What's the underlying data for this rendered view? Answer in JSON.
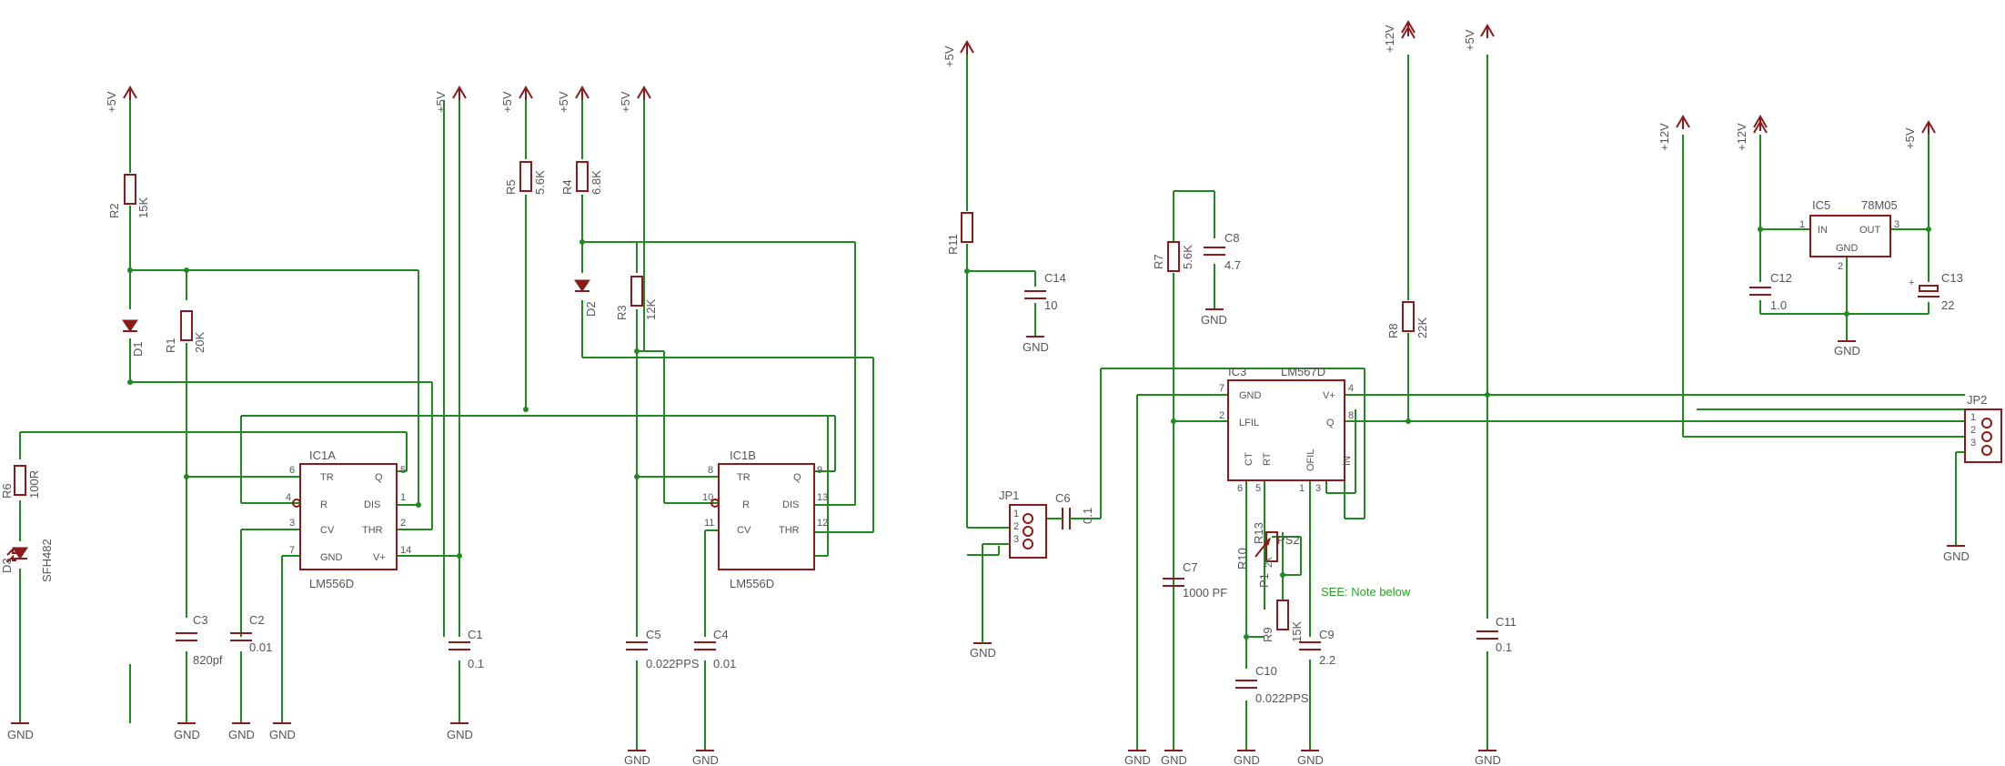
{
  "colors": {
    "wire": "#1f8a1f",
    "part": "#8b1a1a",
    "text": "#555555",
    "note": "#2aa02a"
  },
  "supply": {
    "v5": "+5V",
    "v12": "+12V",
    "gnd": "GND"
  },
  "ic1a": {
    "name": "IC1A",
    "part": "LM556D",
    "tr": "TR",
    "q": "Q",
    "r": "R",
    "dis": "DIS",
    "cv": "CV",
    "thr": "THR",
    "gnd": "GND",
    "vplus": "V+",
    "p6": "6",
    "p5": "5",
    "p4": "4",
    "p1": "1",
    "p3": "3",
    "p2": "2",
    "p7": "7",
    "p14": "14"
  },
  "ic1b": {
    "name": "IC1B",
    "part": "LM556D",
    "tr": "TR",
    "q": "Q",
    "r": "R",
    "dis": "DIS",
    "cv": "CV",
    "thr": "THR",
    "p8": "8",
    "p9": "9",
    "p10": "10",
    "p13": "13",
    "p11": "11",
    "p12": "12"
  },
  "ic3": {
    "name": "IC3",
    "part": "LM567D",
    "gnd": "GND",
    "vplus": "V+",
    "lfil": "LFIL",
    "q": "Q",
    "ct": "CT",
    "rt": "RT",
    "ofil": "OFIL",
    "in": "IN",
    "p7": "7",
    "p4": "4",
    "p2": "2",
    "p8": "8",
    "p6": "6",
    "p5": "5",
    "p1": "1",
    "p3": "3"
  },
  "ic5": {
    "name": "IC5",
    "part": "78M05",
    "in": "IN",
    "out": "OUT",
    "gnd": "GND",
    "p1": "1",
    "p3": "3",
    "p2": "2"
  },
  "parts": {
    "r1": "R1",
    "r1v": "20K",
    "r2": "R2",
    "r2v": "15K",
    "r3": "R3",
    "r3v": "12K",
    "r4": "R4",
    "r4v": "6.8K",
    "r5": "R5",
    "r5v": "5.6K",
    "r6": "R6",
    "r6v": "100R",
    "r7": "R7",
    "r7v": "5.6K",
    "r8": "R8",
    "r8v": "22K",
    "r9": "R9",
    "r9v": "15K",
    "r10": "R10",
    "r10v": "P1",
    "r11": "R11",
    "r13": "R13",
    "r13v": "2k",
    "ps2": "PS2",
    "d1": "D1",
    "d2": "D2",
    "d3": "D3",
    "d3v": "SFH482",
    "c1": "C1",
    "c1v": "0.1",
    "c2": "C2",
    "c2v": "0.01",
    "c3": "C3",
    "c3v": "820pf",
    "c4": "C4",
    "c4v": "0.01",
    "c5": "C5",
    "c5v": "0.022PPS",
    "c6": "C6",
    "c6v": "0.1",
    "c7": "C7",
    "c7v": "1000 PF",
    "c8": "C8",
    "c8v": "4.7",
    "c9": "C9",
    "c9v": "2.2",
    "c10": "C10",
    "c10v": "0.022PPS",
    "c11": "C11",
    "c11v": "0.1",
    "c12": "C12",
    "c12v": "1.0",
    "c13": "C13",
    "c13v": "22",
    "c14": "C14",
    "c14v": "10",
    "jp1": "JP1",
    "jp2": "JP2",
    "n1": "1",
    "n2": "2",
    "n3": "3"
  },
  "note": "SEE: Note below"
}
